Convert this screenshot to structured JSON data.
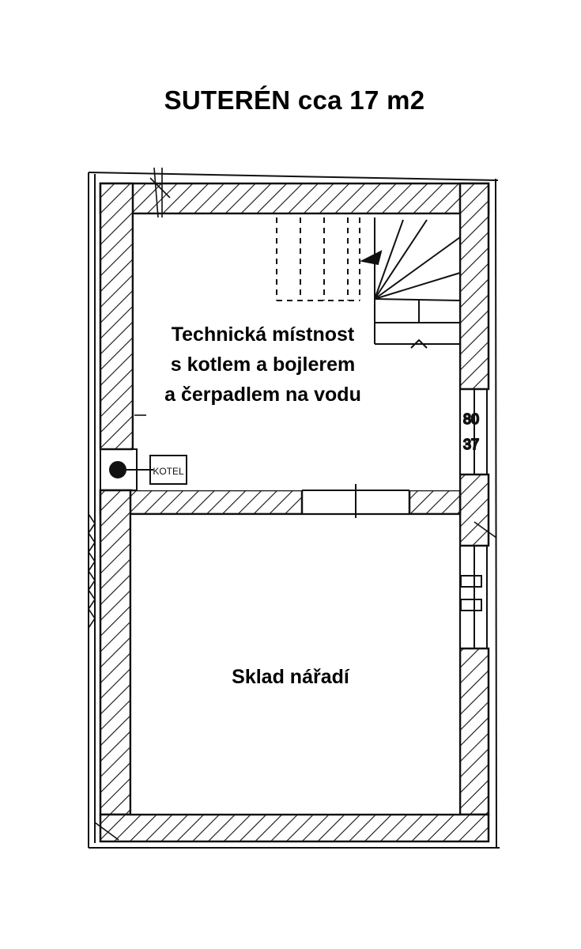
{
  "title": "SUTERÉN cca 17 m2",
  "rooms": {
    "technical": [
      "Technická místnost",
      "s kotlem a bojlerem",
      "a čerpadlem na vodu"
    ],
    "storage": "Sklad nářadí"
  },
  "annotations": {
    "boiler": "KOTEL"
  }
}
